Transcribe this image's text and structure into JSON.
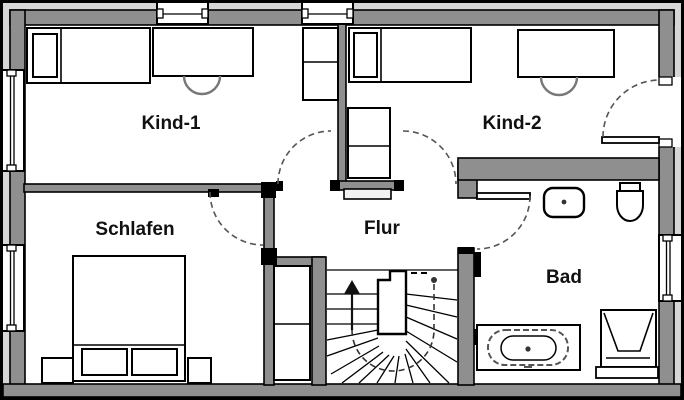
{
  "rooms": {
    "kind1": {
      "label": "Kind-1"
    },
    "kind2": {
      "label": "Kind-2"
    },
    "schlafen": {
      "label": "Schlafen"
    },
    "flur": {
      "label": "Flur"
    },
    "bad": {
      "label": "Bad"
    }
  },
  "colors": {
    "wall_dark": "#8f8f8f",
    "wall_light": "#d6d6d6",
    "outline": "#000000",
    "background": "#ffffff",
    "door_arc": "#555555",
    "chair": "#777777"
  },
  "fixtures": {
    "kind1": [
      "single-bed",
      "desk-with-chair",
      "wardrobe"
    ],
    "kind2": [
      "single-bed",
      "shelf-cabinet",
      "desk-with-chair"
    ],
    "schlafen": [
      "double-bed",
      "nightstand-left",
      "nightstand-right"
    ],
    "flur": [
      "hall-closet",
      "winding-staircase-up"
    ],
    "bad": [
      "washbasin",
      "toilet",
      "bathtub",
      "shower"
    ]
  }
}
